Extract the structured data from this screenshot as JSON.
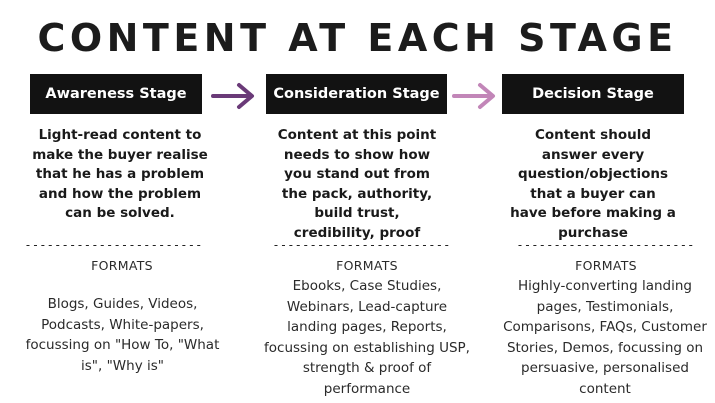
{
  "title": "CONTENT AT EACH STAGE",
  "colors": {
    "box_bg": "#121212",
    "box_text": "#ffffff",
    "arrow_dark": "#6a3a78",
    "arrow_light": "#c286b8"
  },
  "stages": [
    {
      "label": "Awareness Stage",
      "description": "Light-read content to make the buyer realise that he has a problem and how the problem can be solved.",
      "divider": "------------------------",
      "formats_label": "FORMATS",
      "formats": "Blogs, Guides, Videos, Podcasts, White-papers, focussing on \"How To, \"What is\", \"Why is\""
    },
    {
      "label": "Consideration Stage",
      "description": "Content at this point needs to show how you stand out from the pack, authority, build trust, credibility, proof",
      "divider": "------------------------",
      "formats_label": "FORMATS",
      "formats": "Ebooks, Case Studies, Webinars, Lead-capture landing pages, Reports, focussing on establishing USP, strength & proof of performance"
    },
    {
      "label": "Decision Stage",
      "description": "Content should answer every question/objections that a buyer can have before making a purchase",
      "divider": "------------------------",
      "formats_label": "FORMATS",
      "formats": "Highly-converting landing pages, Testimonials, Comparisons, FAQs, Customer Stories, Demos, focussing on persuasive, personalised content"
    }
  ],
  "arrows": [
    {
      "icon": "right-arrow-icon",
      "color": "#6a3a78"
    },
    {
      "icon": "right-arrow-icon",
      "color": "#c286b8"
    }
  ]
}
